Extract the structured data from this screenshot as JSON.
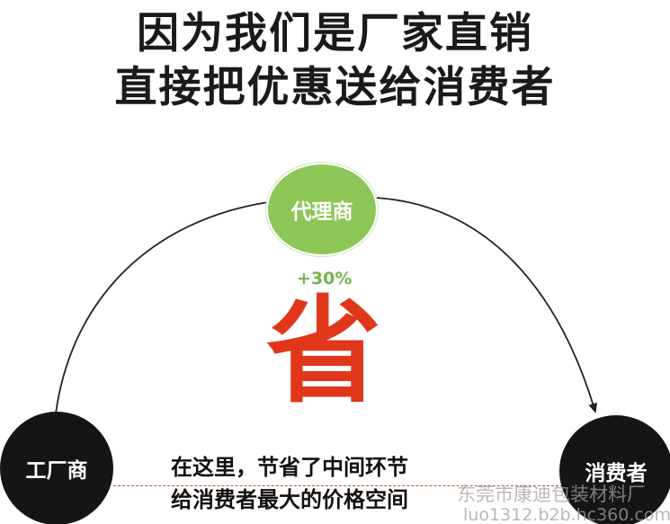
{
  "headline": {
    "line1": "因为我们是厂家直销",
    "line2": "直接把优惠送给消费者"
  },
  "nodes": {
    "agent": {
      "label": "代理商",
      "color": "#8dc758"
    },
    "factory": {
      "label": "工厂商",
      "color": "#151515"
    },
    "consumer": {
      "label": "消费者",
      "color": "#151515"
    }
  },
  "markup": "+30%",
  "save_char": "省",
  "caption": {
    "line1": "在这里，节省了中间环节",
    "line2": "给消费者最大的价格空间"
  },
  "watermark": {
    "line1": "东莞市康迪包装材料厂",
    "line2": "luo1312.b2b.hc360.com"
  },
  "colors": {
    "accent_green": "#73b34a",
    "accent_red": "#e0371b",
    "dark": "#151515"
  }
}
